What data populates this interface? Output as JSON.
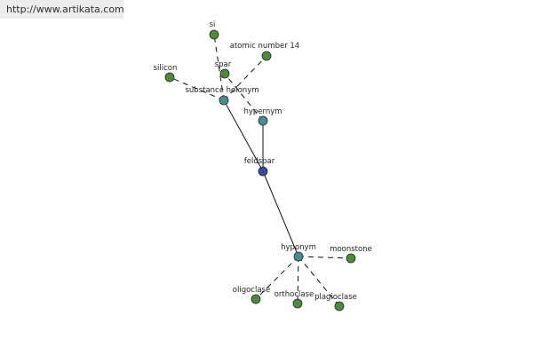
{
  "header": {
    "url": "http://www.artikata.com"
  },
  "colors": {
    "center": "#3b4d9a",
    "relation": "#4a8b92",
    "term": "#4e8a3e"
  },
  "nodes": [
    {
      "id": "feldspar",
      "label": "feldspar",
      "kind": "center"
    },
    {
      "id": "substance-holonym",
      "label": "substance holonym",
      "kind": "relation"
    },
    {
      "id": "hypernym",
      "label": "hypernym",
      "kind": "relation"
    },
    {
      "id": "hyponym",
      "label": "hyponym",
      "kind": "relation"
    },
    {
      "id": "si",
      "label": "si",
      "kind": "term"
    },
    {
      "id": "atomic-number-14",
      "label": "atomic number 14",
      "kind": "term"
    },
    {
      "id": "spar",
      "label": "spar",
      "kind": "term"
    },
    {
      "id": "silicon",
      "label": "silicon",
      "kind": "term"
    },
    {
      "id": "moonstone",
      "label": "moonstone",
      "kind": "term"
    },
    {
      "id": "oligoclase",
      "label": "oligoclase",
      "kind": "term"
    },
    {
      "id": "orthoclase",
      "label": "orthoclase",
      "kind": "term"
    },
    {
      "id": "plagioclase",
      "label": "plagioclase",
      "kind": "term"
    }
  ],
  "edges": [
    {
      "from": "feldspar",
      "to": "substance-holonym",
      "style": "solid"
    },
    {
      "from": "feldspar",
      "to": "hypernym",
      "style": "solid"
    },
    {
      "from": "feldspar",
      "to": "hyponym",
      "style": "solid"
    },
    {
      "from": "substance-holonym",
      "to": "si",
      "style": "dashed"
    },
    {
      "from": "substance-holonym",
      "to": "atomic-number-14",
      "style": "dashed"
    },
    {
      "from": "substance-holonym",
      "to": "silicon",
      "style": "dashed"
    },
    {
      "from": "hypernym",
      "to": "spar",
      "style": "dashed"
    },
    {
      "from": "hyponym",
      "to": "moonstone",
      "style": "dashed"
    },
    {
      "from": "hyponym",
      "to": "oligoclase",
      "style": "dashed"
    },
    {
      "from": "hyponym",
      "to": "orthoclase",
      "style": "dashed"
    },
    {
      "from": "hyponym",
      "to": "plagioclase",
      "style": "dashed"
    }
  ]
}
